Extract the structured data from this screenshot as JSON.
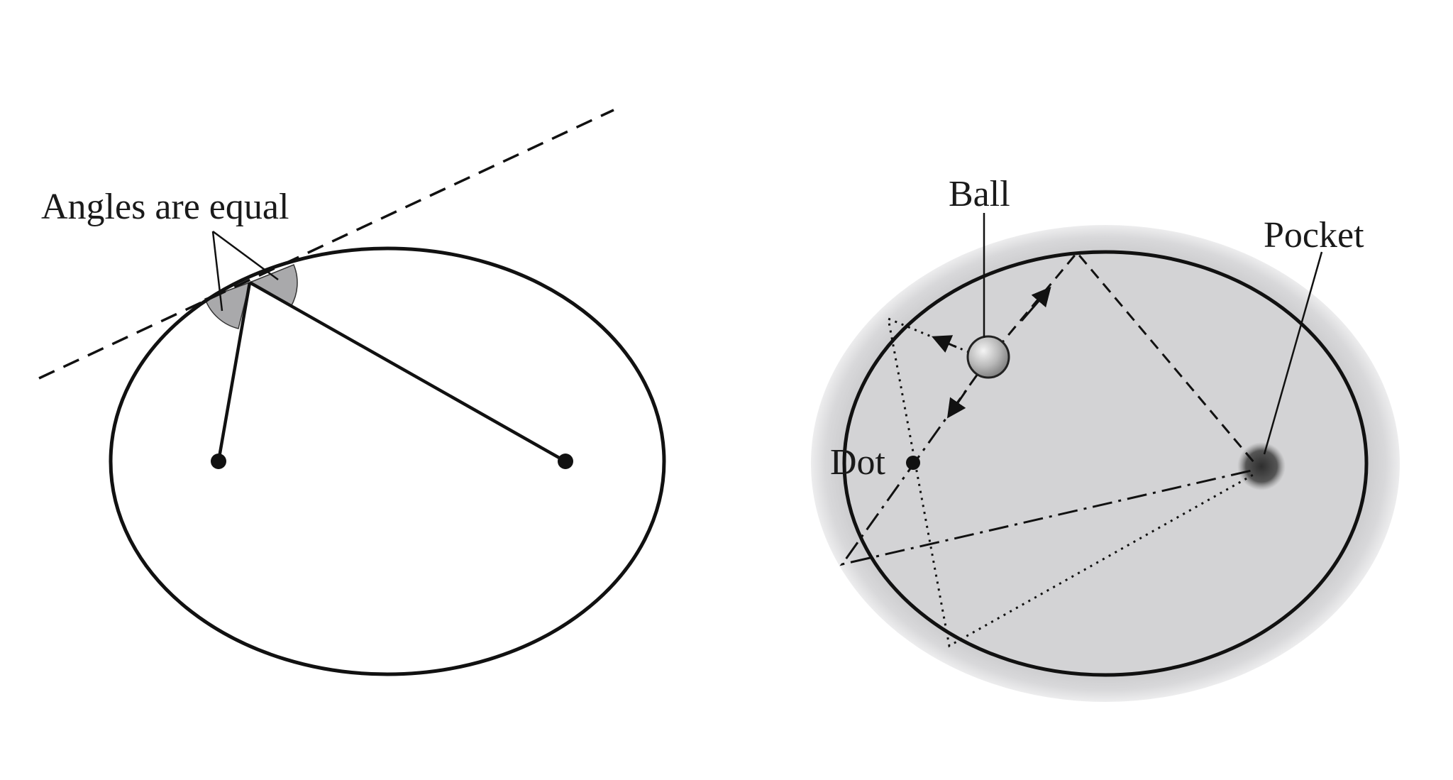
{
  "left_diagram": {
    "label": "Angles are equal"
  },
  "right_diagram": {
    "ball_label": "Ball",
    "pocket_label": "Pocket",
    "dot_label": "Dot"
  },
  "colors": {
    "stroke": "#111111",
    "angle_fill": "#a9a9ab",
    "table_fill": "#d3d3d5",
    "table_rim": "#dcdcde",
    "pocket": "#4a4a4a",
    "ball": "#bdbdbd"
  }
}
